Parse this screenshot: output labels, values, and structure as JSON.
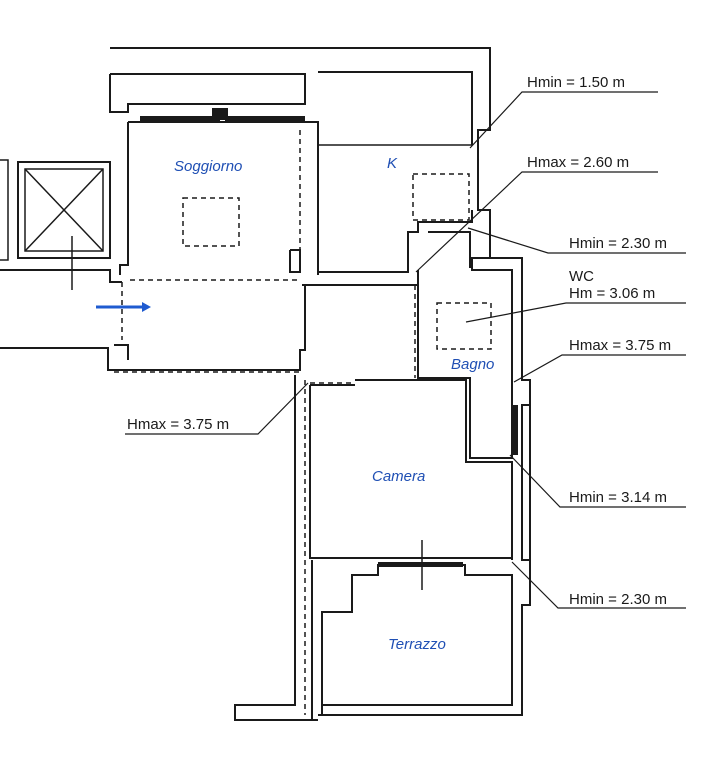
{
  "rooms": {
    "soggiorno": "Soggiorno",
    "kitchen": "K",
    "bagno": "Bagno",
    "camera": "Camera",
    "terrazzo": "Terrazzo"
  },
  "heights": {
    "k_hmin": "Hmin = 1.50 m",
    "k_hmax": "Hmax = 2.60 m",
    "bagno_hmin": "Hmin = 2.30 m",
    "wc_label": "WC",
    "wc_hm": "Hm = 3.06 m",
    "bagno_hmax": "Hmax = 3.75 m",
    "corridor_hmax": "Hmax = 3.75 m",
    "camera_hmin": "Hmin = 3.14 m",
    "terrazzo_hmin": "Hmin = 2.30 m"
  },
  "colors": {
    "room_label": "#1f4fb4",
    "entrance_arrow": "#1f5bd0",
    "walls": "#1a1a1a"
  },
  "icons": {
    "entrance": "entrance-arrow-icon",
    "elevator": "elevator-shaft-icon"
  }
}
